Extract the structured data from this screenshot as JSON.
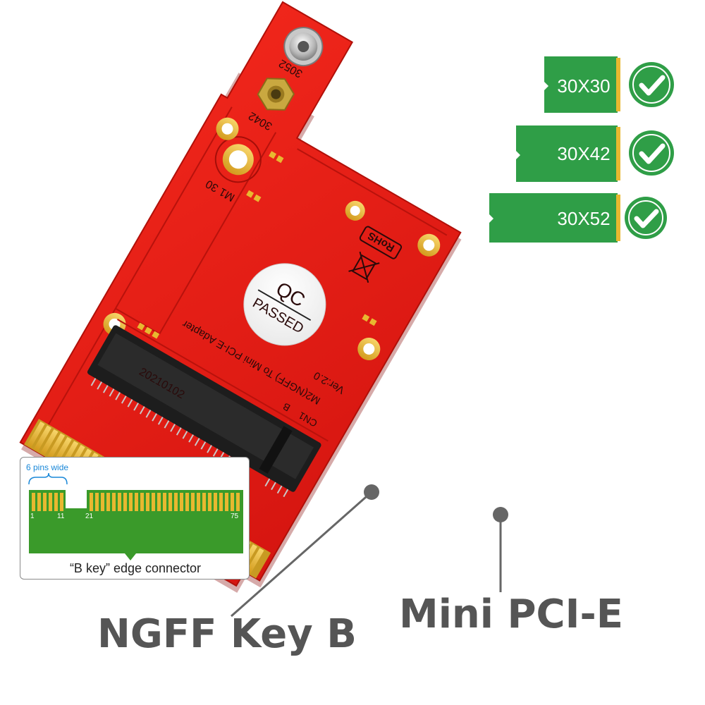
{
  "board": {
    "label_3052": "3052",
    "label_3042": "3042",
    "label_m130": "M1 30",
    "rohs": "RoHS",
    "qc_top": "QC",
    "qc_bottom": "PASSED",
    "version": "Ver:2.0",
    "adapter_text": "M2(NGFF) To Mini PCI-E Adapter",
    "cn1": "CN1",
    "b_mark": "B",
    "connector_code": "20210102"
  },
  "sizes": [
    {
      "label": "30X30",
      "check": "check-icon"
    },
    {
      "label": "30X42",
      "check": "check-icon"
    },
    {
      "label": "30X52",
      "check": "check-icon"
    }
  ],
  "inset": {
    "pins_wide": "6 pins wide",
    "pin_1": "1",
    "pin_11": "11",
    "pin_21": "21",
    "pin_75": "75",
    "caption": "“B key”  edge connector"
  },
  "captions": {
    "ngff": "NGFF Key B",
    "minipcie": "Mini PCI-E"
  },
  "colors": {
    "pcb_red": "#e41b13",
    "gold": "#e8b830",
    "module_green": "#2f9e47",
    "check_green": "#2f9e47",
    "caption_gray": "#555555"
  }
}
